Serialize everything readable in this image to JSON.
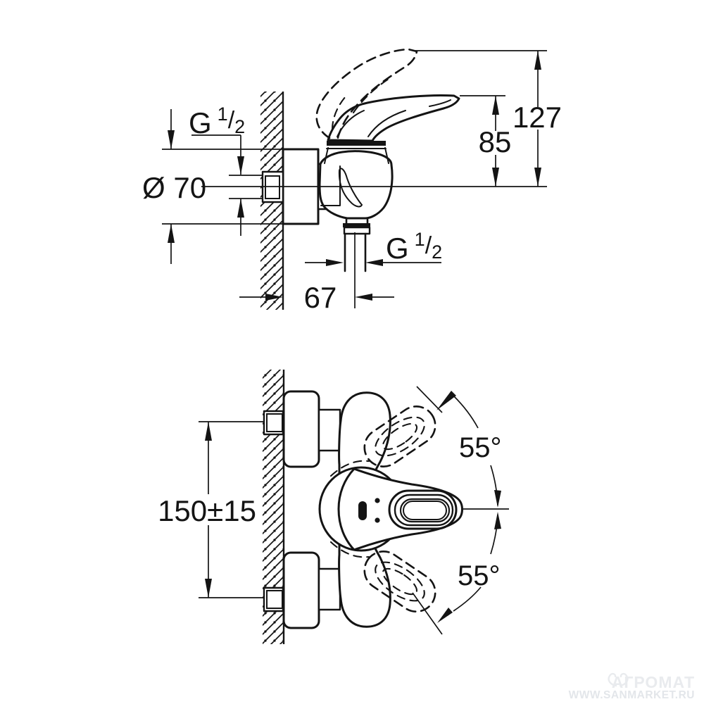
{
  "colors": {
    "ink": "#141414",
    "paper": "#ffffff",
    "watermark": "#e9ebee",
    "watermark_url": "#e3e6ea"
  },
  "side_view": {
    "inlet_thread": {
      "base": "G",
      "numerator": "1",
      "slash": "/",
      "denominator": "2"
    },
    "plate_diameter": "Ø 70",
    "total_height": "127",
    "handle_height": "85",
    "hose_thread": {
      "base": "G",
      "numerator": "1",
      "slash": "/",
      "denominator": "2"
    },
    "wall_to_hose": "67"
  },
  "front_view": {
    "inlet_spacing": "150±15",
    "handle_swing_up": "55°",
    "handle_swing_down": "55°"
  },
  "watermark": {
    "brand": "АГРОМАТ",
    "website": "WWW.SANMARKET.RU"
  }
}
